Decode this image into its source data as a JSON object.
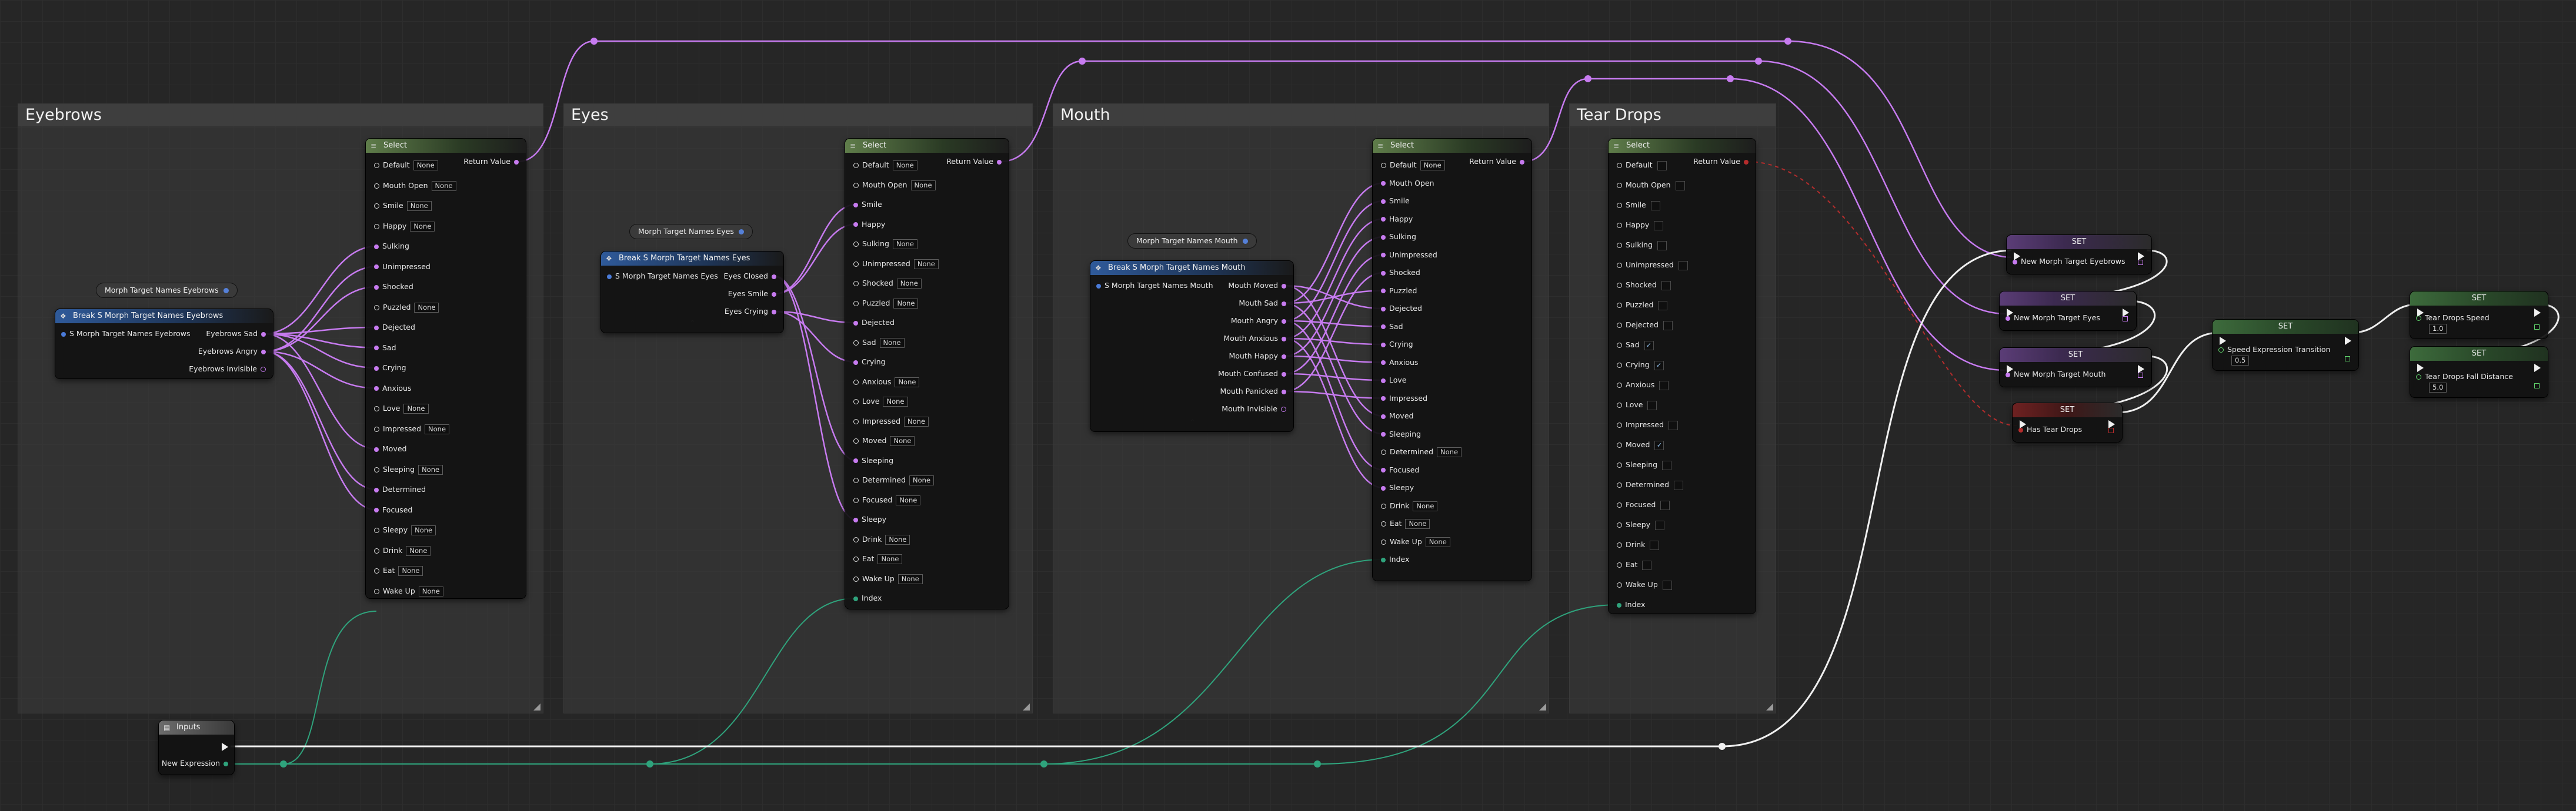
{
  "comments": [
    {
      "id": "eyebrows",
      "title": "Eyebrows"
    },
    {
      "id": "eyes",
      "title": "Eyes"
    },
    {
      "id": "mouth",
      "title": "Mouth"
    },
    {
      "id": "tears",
      "title": "Tear Drops"
    }
  ],
  "select_title": "Select",
  "return_value": "Return Value",
  "index_label": "Index",
  "none_text": "None",
  "options": [
    "Default",
    "Mouth Open",
    "Smile",
    "Happy",
    "Sulking",
    "Unimpressed",
    "Shocked",
    "Puzzled",
    "Dejected",
    "Sad",
    "Crying",
    "Anxious",
    "Love",
    "Impressed",
    "Moved",
    "Sleeping",
    "Determined",
    "Focused",
    "Sleepy",
    "Drink",
    "Eat",
    "Wake Up"
  ],
  "eyebrows": {
    "var_label": "Morph Target Names Eyebrows",
    "break_title": "Break S Morph Target Names Eyebrows",
    "break_input": "S Morph Target Names Eyebrows",
    "outputs": [
      "Eyebrows Sad",
      "Eyebrows Angry",
      "Eyebrows Invisible"
    ]
  },
  "eyes": {
    "var_label": "Morph Target Names Eyes",
    "break_title": "Break S Morph Target Names Eyes",
    "break_input": "S Morph Target Names Eyes",
    "outputs": [
      "Eyes Closed",
      "Eyes Smile",
      "Eyes Crying"
    ]
  },
  "mouth": {
    "var_label": "Morph Target Names Mouth",
    "break_title": "Break S Morph Target Names Mouth",
    "break_input": "S Morph Target Names Mouth",
    "outputs": [
      "Mouth Moved",
      "Mouth Sad",
      "Mouth Angry",
      "Mouth Anxious",
      "Mouth Happy",
      "Mouth Confused",
      "Mouth Panicked",
      "Mouth Invisible"
    ]
  },
  "tears": {
    "checked": [
      "Sad",
      "Crying",
      "Moved"
    ]
  },
  "inputs_node": {
    "title": "Inputs",
    "pin": "New Expression"
  },
  "set_nodes": {
    "set_label": "SET",
    "eyebrows": "New Morph Target Eyebrows",
    "eyes": "New Morph Target Eyes",
    "mouth": "New Morph Target Mouth",
    "tears": "Has Tear Drops",
    "speed": "Speed Expression Transition",
    "speed_value": "0.5",
    "tear_speed": "Tear Drops Speed",
    "tear_speed_value": "1.0",
    "tear_fall": "Tear Drops Fall Distance",
    "tear_fall_value": "5.0"
  },
  "colors": {
    "struct": "#c77bf0",
    "enum": "#2fa37c",
    "bool": "#b52c2c",
    "exec": "#f0f0f0",
    "float": "#5fd06a"
  }
}
